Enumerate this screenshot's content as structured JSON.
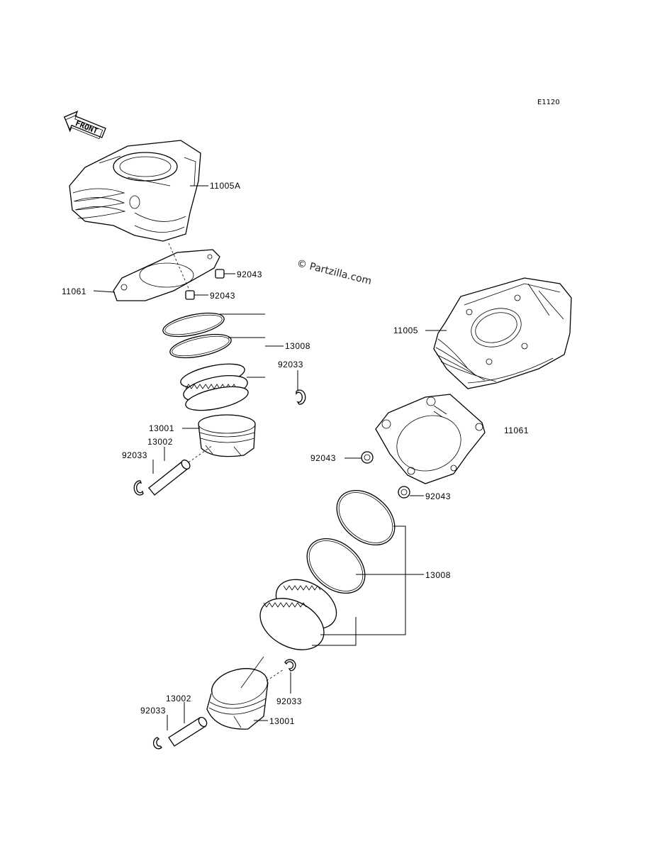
{
  "diagram_code": "E1120",
  "front_label": "FRONT",
  "watermark": "© Partzilla.com",
  "callouts": {
    "c11005A": "11005A",
    "c11061_top": "11061",
    "c92043_a": "92043",
    "c92043_b": "92043",
    "c13008_top": "13008",
    "c92033_top_r": "92033",
    "c13001_top": "13001",
    "c13002_top": "13002",
    "c92033_top_l": "92033",
    "c11005": "11005",
    "c11061_bot": "11061",
    "c92043_c": "92043",
    "c92043_d": "92043",
    "c13008_bot": "13008",
    "c92033_bot_r": "92033",
    "c13002_bot": "13002",
    "c92033_bot_l": "92033",
    "c13001_bot": "13001"
  }
}
